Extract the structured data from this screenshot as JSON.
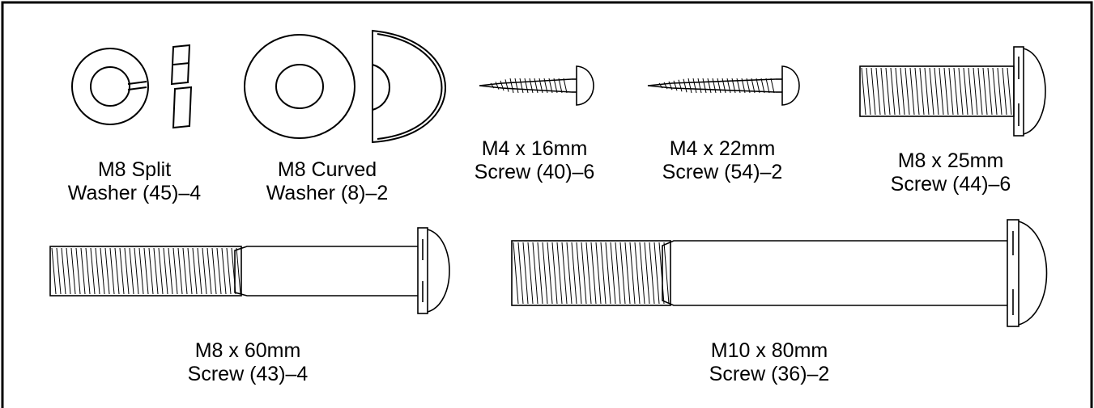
{
  "parts": [
    {
      "id": "split-washer",
      "line1": "M8 Split",
      "line2": "Washer (45)–4"
    },
    {
      "id": "curved-washer",
      "line1": "M8 Curved",
      "line2": "Washer (8)–2"
    },
    {
      "id": "screw-m4x16",
      "line1": "M4 x 16mm",
      "line2": "Screw (40)–6"
    },
    {
      "id": "screw-m4x22",
      "line1": "M4 x 22mm",
      "line2": "Screw (54)–2"
    },
    {
      "id": "screw-m8x25",
      "line1": "M8 x 25mm",
      "line2": "Screw (44)–6"
    },
    {
      "id": "screw-m8x60",
      "line1": "M8 x 60mm",
      "line2": "Screw (43)–4"
    },
    {
      "id": "screw-m10x80",
      "line1": "M10 x 80mm",
      "line2": "Screw (36)–2"
    }
  ]
}
